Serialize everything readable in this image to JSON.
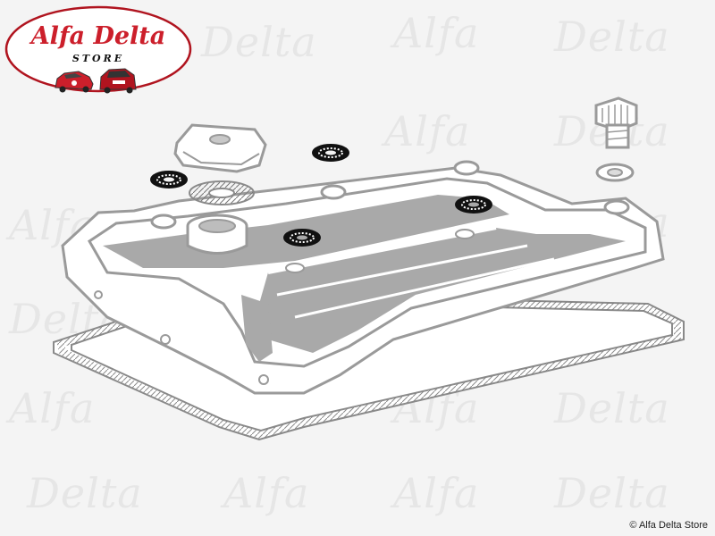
{
  "logo": {
    "brand": "Alfa Delta",
    "subtitle": "STORE",
    "brand_color": "#cc1f2b",
    "ring_color": "#b0141f"
  },
  "watermark": {
    "word_a": "Alfa",
    "word_b": "Delta",
    "color": "#e6e6e6"
  },
  "diagram": {
    "part_fill": "#ffffff",
    "part_stroke": "#9a9a9a",
    "shade_color": "#a9a9a9",
    "seal_color": "#111111"
  },
  "footer": {
    "copyright": "© Alfa Delta Store"
  }
}
